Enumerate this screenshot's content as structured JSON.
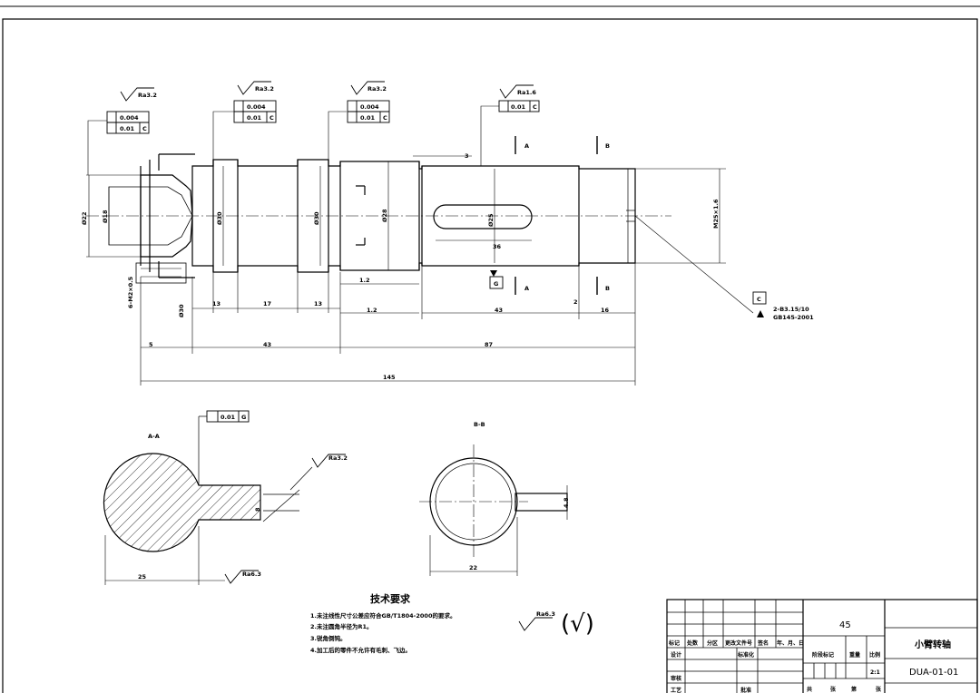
{
  "main_view": {
    "surface_rough_1": "Ra3.2",
    "gtol_1": [
      "0.004",
      "0.01",
      "C"
    ],
    "surface_rough_2": "Ra3.2",
    "gtol_2": [
      "0.004",
      "0.01",
      "C"
    ],
    "surface_rough_3": "Ra3.2",
    "gtol_3": [
      "0.004",
      "0.01",
      "C"
    ],
    "surface_rough_4": "Ra1.6",
    "gtol_4": [
      "0.01",
      "C"
    ],
    "dim_3": "3",
    "section_a": "A",
    "section_b": "B",
    "dia_22": "Ø22",
    "dia_18": "Ø18",
    "dia_30a": "Ø30",
    "dia_30b": "Ø30",
    "dia_28": "Ø28",
    "dia_25": "Ø25",
    "thread": "M25×1.6",
    "dim_36": "36",
    "datum_g": "G",
    "dim_1_2a": "1.2",
    "dim_1_2b": "1.2",
    "dim_2": "2",
    "thread_m": "6-M2×0.5",
    "dia_30_small": "Ø30",
    "dim_13a": "13",
    "dim_17": "17",
    "dim_13b": "13",
    "dim_43a": "43",
    "dim_16": "16",
    "datum_c": "C",
    "center_hole_1": "2-B3.15/10",
    "center_hole_2": "GB145-2001",
    "dim_5": "5",
    "dim_43b": "43",
    "dim_87": "87",
    "dim_145": "145"
  },
  "section_aa": {
    "title": "A-A",
    "tol_value": "0.01",
    "tol_datum": "G",
    "rough_1": "Ra3.2",
    "rough_2": "Ra6.3",
    "dim_width": "8",
    "dim_bottom": "25"
  },
  "section_bb": {
    "title": "B-B",
    "dim_width": "4.8",
    "dim_bottom": "22"
  },
  "tech_req": {
    "title": "技术要求",
    "items": [
      "1.未注线性尺寸公差应符合GB/T1804-2000的要求。",
      "2.未注圆角半径为R1。",
      "3.锐角倒钝。",
      "4.加工后的零件不允许有毛刺、飞边。"
    ]
  },
  "general_rough": {
    "value": "Ra6.3",
    "mark": "(√)"
  },
  "title_block": {
    "material": "45",
    "part_name": "小臂转轴",
    "drawing_no": "DUA-01-01",
    "scale": "2:1",
    "headers": [
      "标记",
      "处数",
      "分区",
      "更改文件号",
      "签名",
      "年、月、日"
    ],
    "design": "设计",
    "standard": "标准化",
    "review": "审核",
    "process": "工艺",
    "approve": "批准",
    "stage_mark": "阶段标记",
    "weight": "重量",
    "ratio": "比例",
    "total": "共",
    "sheet": "张",
    "page": "第",
    "page_sheet": "张"
  },
  "colors": {
    "line": "#000000",
    "background": "#ffffff"
  }
}
